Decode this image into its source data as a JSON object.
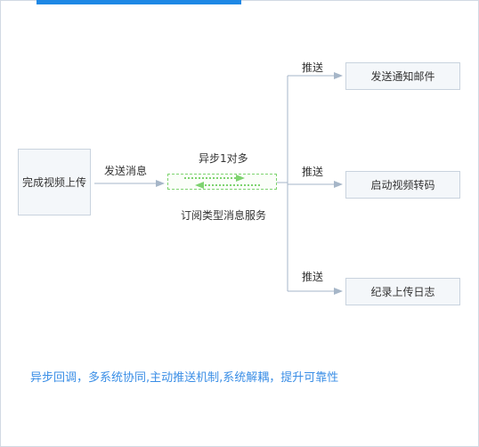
{
  "diagram": {
    "source": "完成视频上传",
    "send_label": "发送消息",
    "bus_top_label": "异步1对多",
    "bus_bottom_label": "订阅类型消息服务",
    "push_label": "推送",
    "targets": [
      "发送通知邮件",
      "启动视频转码",
      "纪录上传日志"
    ],
    "summary": "异步回调，多系统协同,主动推送机制,系统解耦，提升可靠性"
  },
  "colors": {
    "accent_bar": "#1e88e5",
    "connector": "#a6b6c8",
    "bus_arrow": "#7ed36f",
    "summary_text": "#3a8ee6"
  }
}
